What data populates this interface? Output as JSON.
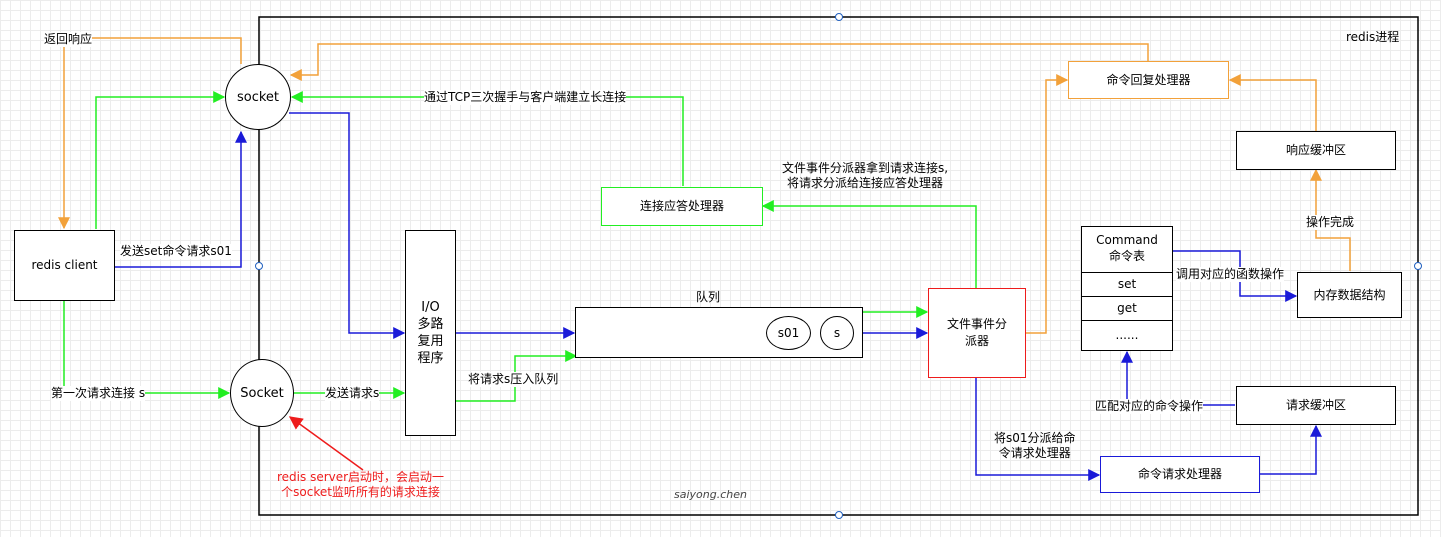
{
  "colors": {
    "black": "#000000",
    "orange": "#f2a13a",
    "green": "#22ee22",
    "blue": "#1a1ad8",
    "red": "#ee1c1c"
  },
  "container": {
    "title": "redis进程",
    "watermark": "saiyong.chen"
  },
  "nodes": {
    "redis_client": "redis client",
    "socket_top": "socket",
    "socket_bottom": "Socket",
    "io_multiplexer": [
      "I/O",
      "多路",
      "复用",
      "程序"
    ],
    "queue": {
      "title": "队列",
      "items": [
        "s01",
        "s"
      ]
    },
    "conn_handler": "连接应答处理器",
    "file_dispatcher": [
      "文件事件分",
      "派器"
    ],
    "reply_handler": "命令回复处理器",
    "response_buffer": "响应缓冲区",
    "command_table": {
      "header": [
        "Command",
        "命令表"
      ],
      "rows": [
        "set",
        "get",
        "......"
      ]
    },
    "memory_store": "内存数据结构",
    "request_buffer": "请求缓冲区",
    "request_handler": "命令请求处理器"
  },
  "labels": {
    "return_response": "返回响应",
    "send_set_request": "发送set命令请求s01",
    "first_connect": "第一次请求连接 s",
    "send_request": "发送请求s",
    "push_queue": "将请求s压入队列",
    "tcp_handshake": "通过TCP三次握手与客户端建立长连接",
    "dispatch_conn": [
      "文件事件分派器拿到请求连接s,",
      "将请求分派给连接应答处理器"
    ],
    "dispatch_s01": [
      "将s01分派给命",
      "令请求处理器"
    ],
    "call_function": "调用对应的函数操作",
    "op_done": "操作完成",
    "match_command": "匹配对应的命令操作",
    "server_note": [
      "redis server启动时，会启动一",
      "个socket监听所有的请求连接"
    ]
  }
}
